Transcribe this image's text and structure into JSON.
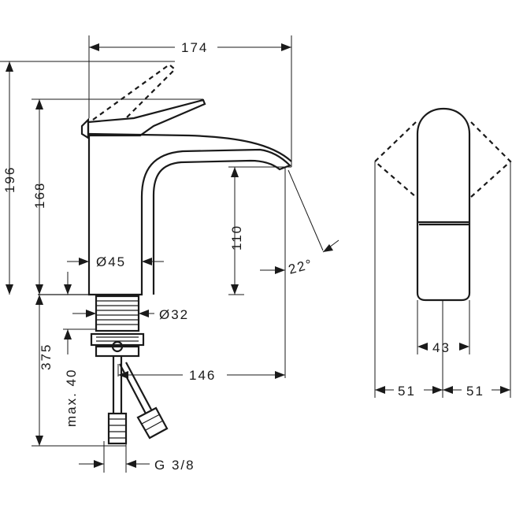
{
  "dimensions": {
    "width_top": "174",
    "height_total": "196",
    "height_spout": "168",
    "height_outlet": "110",
    "spout_diameter": "Ø45",
    "angle": "22°",
    "thread_diameter": "Ø32",
    "below_counter": "375",
    "max_counter": "max. 40",
    "projection": "146",
    "connection": "G 3/8",
    "handle_width": "43",
    "swing_left": "51",
    "swing_right": "51"
  },
  "colors": {
    "line": "#1a1a1a",
    "background": "#ffffff"
  }
}
